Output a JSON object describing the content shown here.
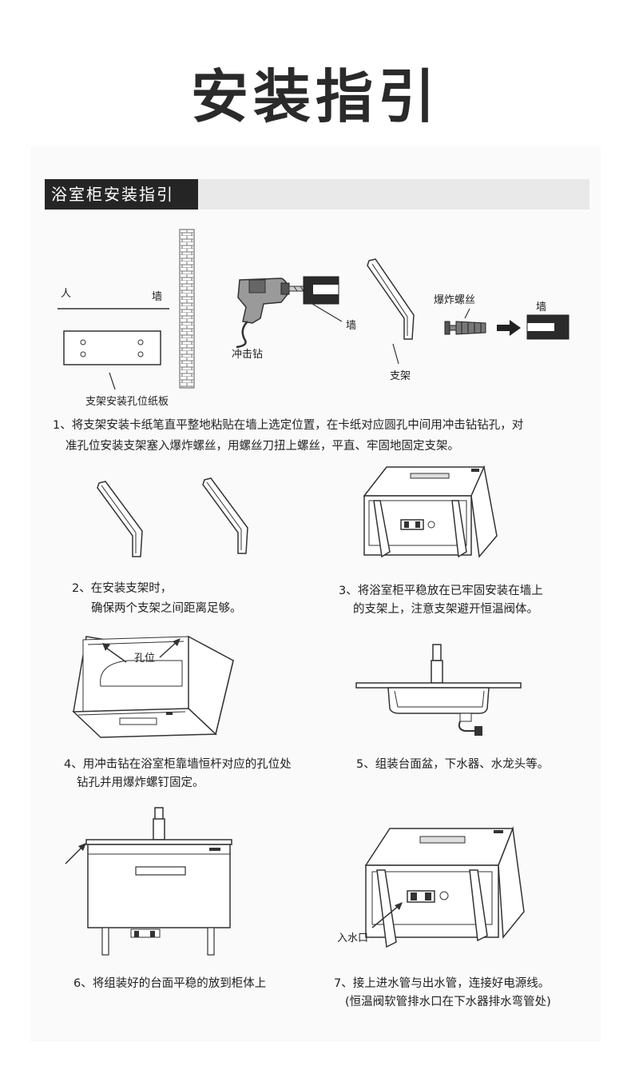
{
  "title": "安装指引",
  "section_title": "浴室柜安装指引",
  "labels": {
    "person": "人",
    "wall": "墙",
    "template_board": "支架安装孔位纸板",
    "impact_drill": "冲击钻",
    "wall_drill": "墙",
    "bracket": "支架",
    "expansion_screw": "爆炸螺丝",
    "wall_screw": "墙",
    "hole_position": "孔位",
    "water_inlet": "入水口"
  },
  "steps": {
    "s1_line1": "1、将支架安装卡纸笔直平整地粘贴在墙上选定位置，在卡纸对应圆孔中间用冲击钻钻孔，对",
    "s1_line2": "准孔位安装支架塞入爆炸螺丝，用螺丝刀扭上螺丝，平直、牢固地固定支架。",
    "s2_line1": "2、在安装支架时，",
    "s2_line2": "确保两个支架之间距离足够。",
    "s3_line1": "3、将浴室柜平稳放在已牢固安装在墙上",
    "s3_line2": "的支架上，注意支架避开恒温阀体。",
    "s4_line1": "4、用冲击钻在浴室柜靠墙恒杆对应的孔位处",
    "s4_line2": "钻孔并用爆炸螺钉固定。",
    "s5_line1": "5、组装台面盆，下水器、水龙头等。",
    "s6_line1": "6、将组装好的台面平稳的放到柜体上",
    "s7_line1": "7、接上进水管与出水管，连接好电源线。",
    "s7_line2": "(恒温阀软管排水口在下水器排水弯管处)"
  },
  "colors": {
    "dark": "#252525",
    "bar": "#e9e9e9",
    "line": "#333333"
  }
}
